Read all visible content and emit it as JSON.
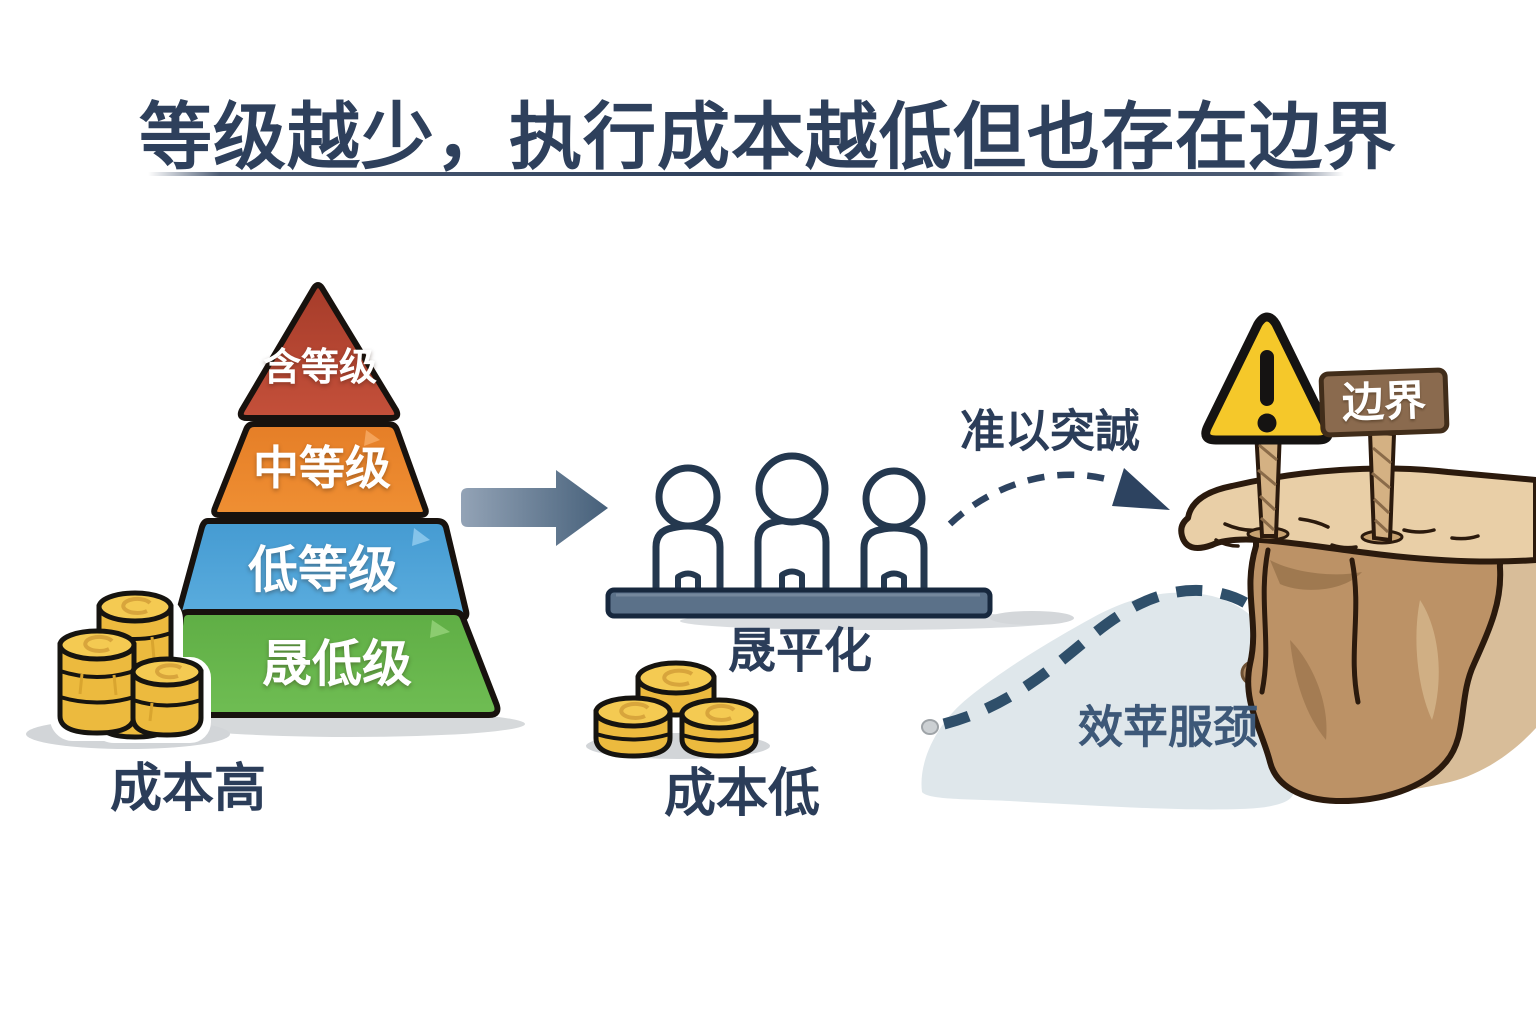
{
  "title": {
    "text": "等级越少，执行成本越低但也存在边界"
  },
  "pyramid": {
    "levels": [
      {
        "label": "含等级",
        "color": "#b5452f"
      },
      {
        "label": "中等级",
        "color": "#e8832c"
      },
      {
        "label": "低等级",
        "color": "#4d9ed5"
      },
      {
        "label": "晟低级",
        "color": "#63b04a"
      }
    ],
    "cost_label": "成本高"
  },
  "flattened": {
    "platform_label": "晟平化",
    "cost_label": "成本低"
  },
  "boundary": {
    "arrow_label": "准以突誠",
    "hill_label": "效苹服颈",
    "sign_label": "边界"
  },
  "icons": {
    "warning": "warning-triangle",
    "coins": "gold-coin-stacks",
    "people": "stick-figures",
    "cliff": "cliff-edge"
  },
  "colors": {
    "text_navy": "#2b3d59",
    "arrow_slate": "#4c627a",
    "coin_gold": "#f0c24a",
    "warning_yellow": "#f5c82a",
    "sign_brown": "#8a6a4e",
    "cliff_tan": "#e9cfa7",
    "hill_gray": "#dfe7eb",
    "dash_navy": "#2f4f6a"
  }
}
